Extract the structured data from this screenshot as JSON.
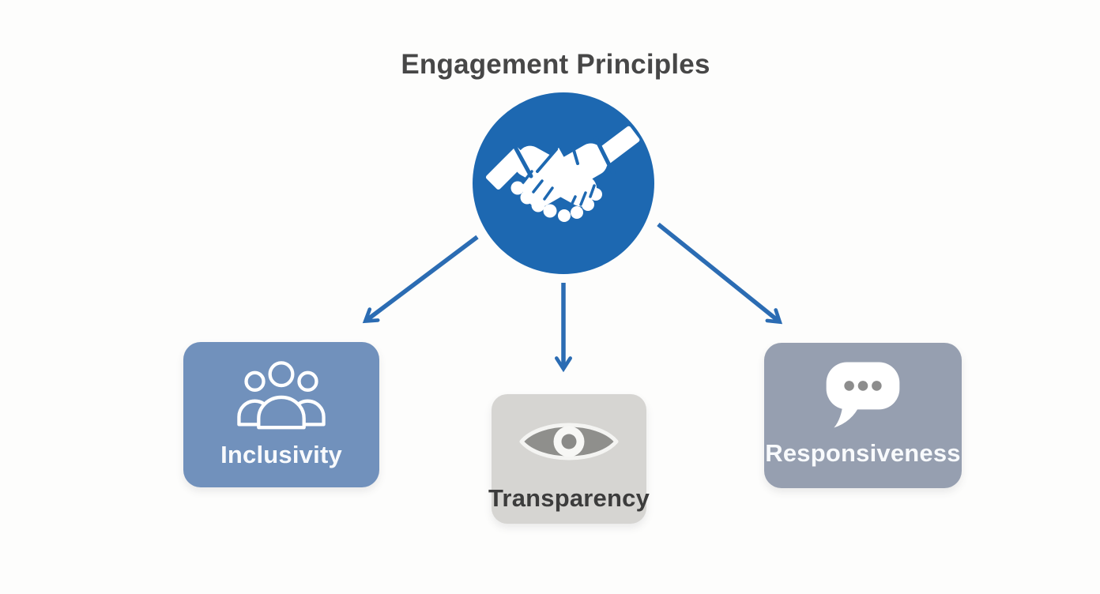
{
  "page": {
    "title": "Engagement Principles",
    "title_color": "#474747",
    "background": "#fdfdfc"
  },
  "center_node": {
    "icon": "handshake-icon",
    "circle_color": "#1d68b1",
    "icon_color": "#ffffff"
  },
  "connectors": {
    "color": "#2b6cb3",
    "targets": [
      "Inclusivity",
      "Transparency",
      "Responsiveness"
    ]
  },
  "principles": [
    {
      "label": "Inclusivity",
      "icon": "people-icon",
      "box_color": "#7191bc",
      "label_color": "#f8fafc"
    },
    {
      "label": "Transparency",
      "icon": "eye-icon",
      "box_color": "#d6d5d2",
      "label_color": "#3c3c3c"
    },
    {
      "label": "Responsiveness",
      "icon": "chat-bubble-icon",
      "box_color": "#969fb0",
      "label_color": "#f8fafc"
    }
  ]
}
